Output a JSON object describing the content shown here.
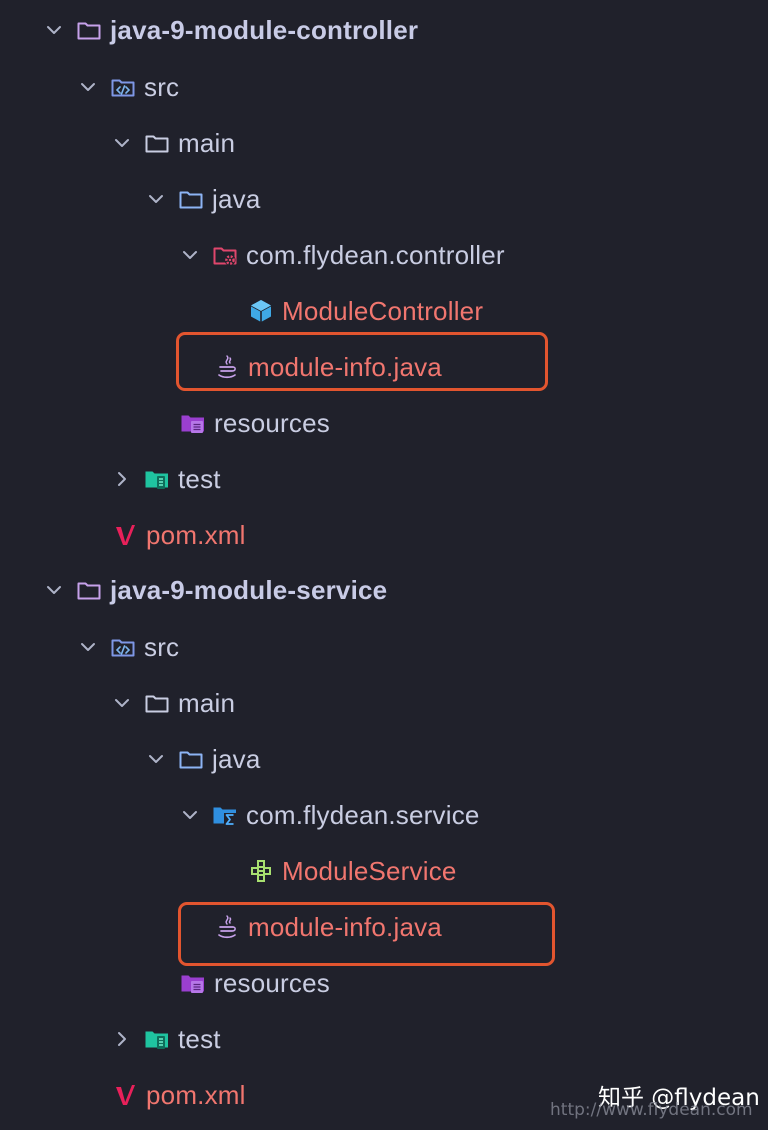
{
  "tree": {
    "project_controller": {
      "label": "java-9-module-controller",
      "icon": "folder-icon",
      "expanded": true
    },
    "src_1": {
      "label": "src",
      "icon": "source-folder-icon",
      "expanded": true
    },
    "main_1": {
      "label": "main",
      "icon": "folder-icon",
      "expanded": true
    },
    "java_1": {
      "label": "java",
      "icon": "folder-icon",
      "expanded": true
    },
    "package_controller": {
      "label": "com.flydean.controller",
      "icon": "package-gear-icon",
      "expanded": true
    },
    "class_controller": {
      "label": "ModuleController",
      "icon": "class-cube-icon"
    },
    "module_info_1": {
      "label": "module-info.java",
      "icon": "java-file-icon"
    },
    "resources_1": {
      "label": "resources",
      "icon": "resources-folder-icon"
    },
    "test_1": {
      "label": "test",
      "icon": "test-folder-icon",
      "expanded": false
    },
    "pom_1": {
      "label": "pom.xml",
      "icon": "maven-icon"
    },
    "project_service": {
      "label": "java-9-module-service",
      "icon": "folder-icon",
      "expanded": true
    },
    "src_2": {
      "label": "src",
      "icon": "source-folder-icon",
      "expanded": true
    },
    "main_2": {
      "label": "main",
      "icon": "folder-icon",
      "expanded": true
    },
    "java_2": {
      "label": "java",
      "icon": "folder-icon",
      "expanded": true
    },
    "package_service": {
      "label": "com.flydean.service",
      "icon": "package-sigma-icon",
      "expanded": true
    },
    "class_service": {
      "label": "ModuleService",
      "icon": "service-blocks-icon"
    },
    "module_info_2": {
      "label": "module-info.java",
      "icon": "java-file-icon"
    },
    "resources_2": {
      "label": "resources",
      "icon": "resources-folder-icon"
    },
    "test_2": {
      "label": "test",
      "icon": "test-folder-icon",
      "expanded": false
    },
    "pom_2": {
      "label": "pom.xml",
      "icon": "maven-icon"
    }
  },
  "watermark": {
    "author": "知乎 @flydean",
    "url": "http://www.flydean.com"
  },
  "colors": {
    "background": "#20212b",
    "text": "#c9cde2",
    "modified_text": "#f1766f",
    "highlight_border": "#e2552f"
  }
}
